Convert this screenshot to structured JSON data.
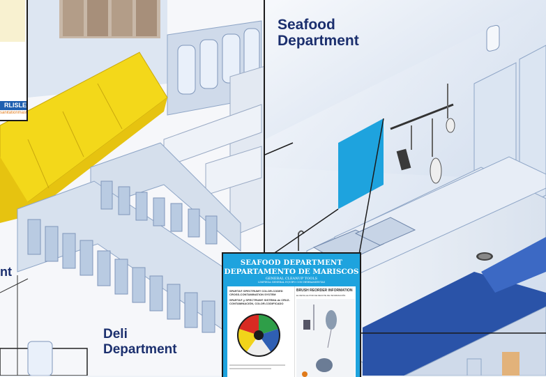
{
  "labels": {
    "seafood": "Seafood\nDepartment",
    "seafood_line1": "Seafood",
    "seafood_line2": "Department",
    "deli_line1": "Deli",
    "deli_line2": "Department",
    "left_fragment": "nt"
  },
  "poster": {
    "title_en": "SEAFOOD DEPARTMENT",
    "title_es": "DEPARTAMENTO DE MARISCOS",
    "subtitle_en": "GENERAL CLEANUP TOOLS",
    "subtitle_es": "LIMPIEZA GENERAL EQUIPO CON HERRAMIENTAS",
    "left_heading": "SPARTA® SPECTRUM® COLOR-CODED CROSS-CONTAMINATION SYSTEM",
    "left_heading_es": "SPARTA® y SPECTRUM® SISTEMA de CRUZ-CONTAMINACIÓN, COLOR-CODIFICADO",
    "right_heading": "BRUSH REORDER INFORMATION",
    "right_sub": "EL RETALLE POR DE RECOTE DE INFORMACIÓN",
    "brand_left": "RLISLE",
    "brand_left_sub": "sanitationmaster"
  },
  "colors": {
    "poster_blue": "#1ea3de",
    "label_navy": "#1b2f6e",
    "yellow_case": "#f3d81a",
    "door_blue": "#2a53a8",
    "wall_pale": "#e8eef7"
  }
}
